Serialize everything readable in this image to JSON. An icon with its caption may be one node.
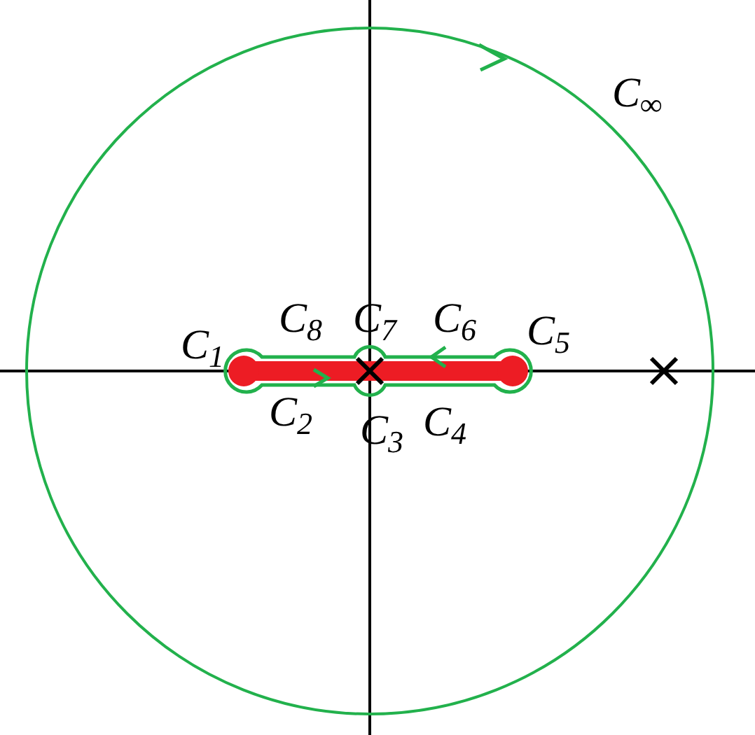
{
  "diagram": {
    "labels": [
      "C$_{∞}$",
      "C$_{8}$",
      "C$_{7}$",
      "C$_{6}$",
      "C$_{1}$",
      "C$_{5}$",
      "C$_{2}$",
      "C$_{3}$",
      "C$_{4}$"
    ]
  }
}
